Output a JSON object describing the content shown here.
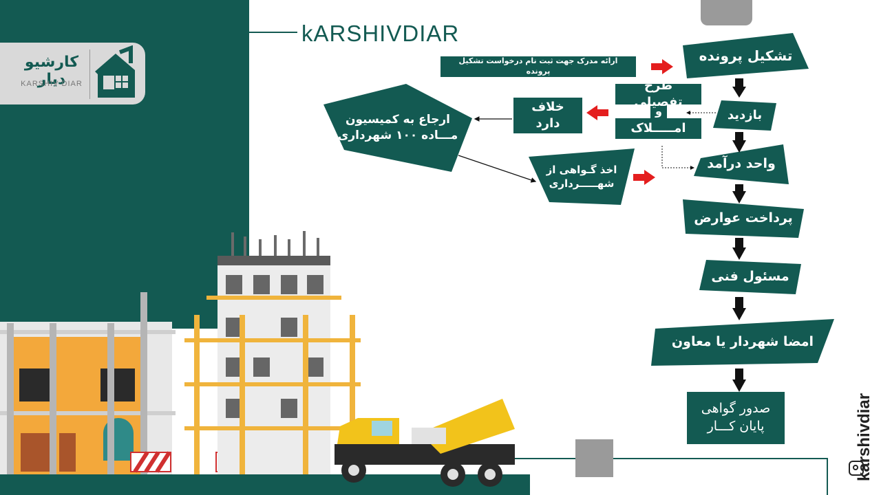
{
  "brand": {
    "title": "kARSHIVDIAR",
    "logo_text_fa": "کارشیو دیار",
    "logo_text_en": "KARSHIV DIAR",
    "instagram": "karshivdiar"
  },
  "colors": {
    "primary": "#135a52",
    "arrow_red": "#e41e1e",
    "arrow_black": "#111111",
    "grey": "#9a9a9a"
  },
  "flow": {
    "docs_note": "ارائه مدرک جهت ثبت نام درخواست تشکیل پرونده",
    "file_formation": "تشکیل پرونده",
    "visit": "بازدید",
    "detailed_plan": "طرح تفصیلی",
    "and": "و",
    "property": "امـــــلاک",
    "violation": "خلاف دارد",
    "commission_line1": "ارجاع به کمیسیون",
    "commission_line2": "مـــاده ۱۰۰ شهرداری",
    "certificate_line1": "اخذ گـواهی از",
    "certificate_line2": "شهـــــرداری",
    "revenue_unit": "واحد درآمد",
    "fees_payment": "پرداخت عوارض",
    "technical_supervisor": "مسئول فنی",
    "mayor_signature": "امضا شهردار یا معاون",
    "completion_line1": "صدور گواهی",
    "completion_line2": "پایان کـــار"
  }
}
